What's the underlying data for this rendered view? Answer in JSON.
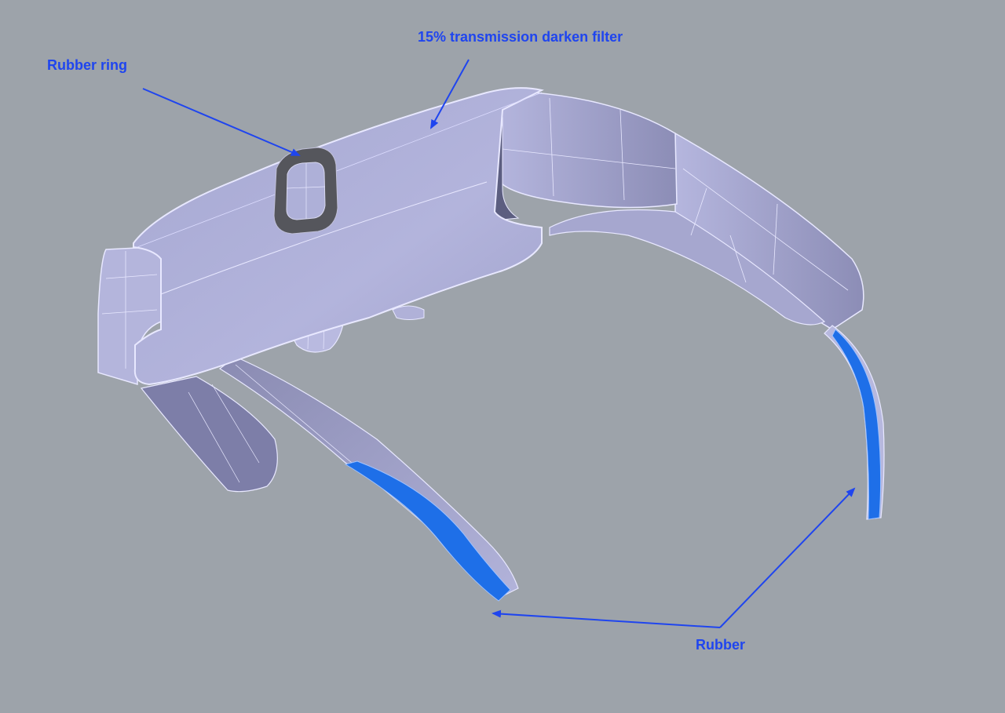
{
  "labels": {
    "filter": "15% transmission darken filter",
    "ring": "Rubber ring",
    "rubber": "Rubber"
  },
  "colors": {
    "background": "#9da3aa",
    "label": "#1f45ef",
    "body_fill": "#adaed6",
    "body_shade": "#8f90ba",
    "wire": "#e8e8ff",
    "rubber_tip": "#1e6fe8",
    "ring": "#55565c"
  }
}
